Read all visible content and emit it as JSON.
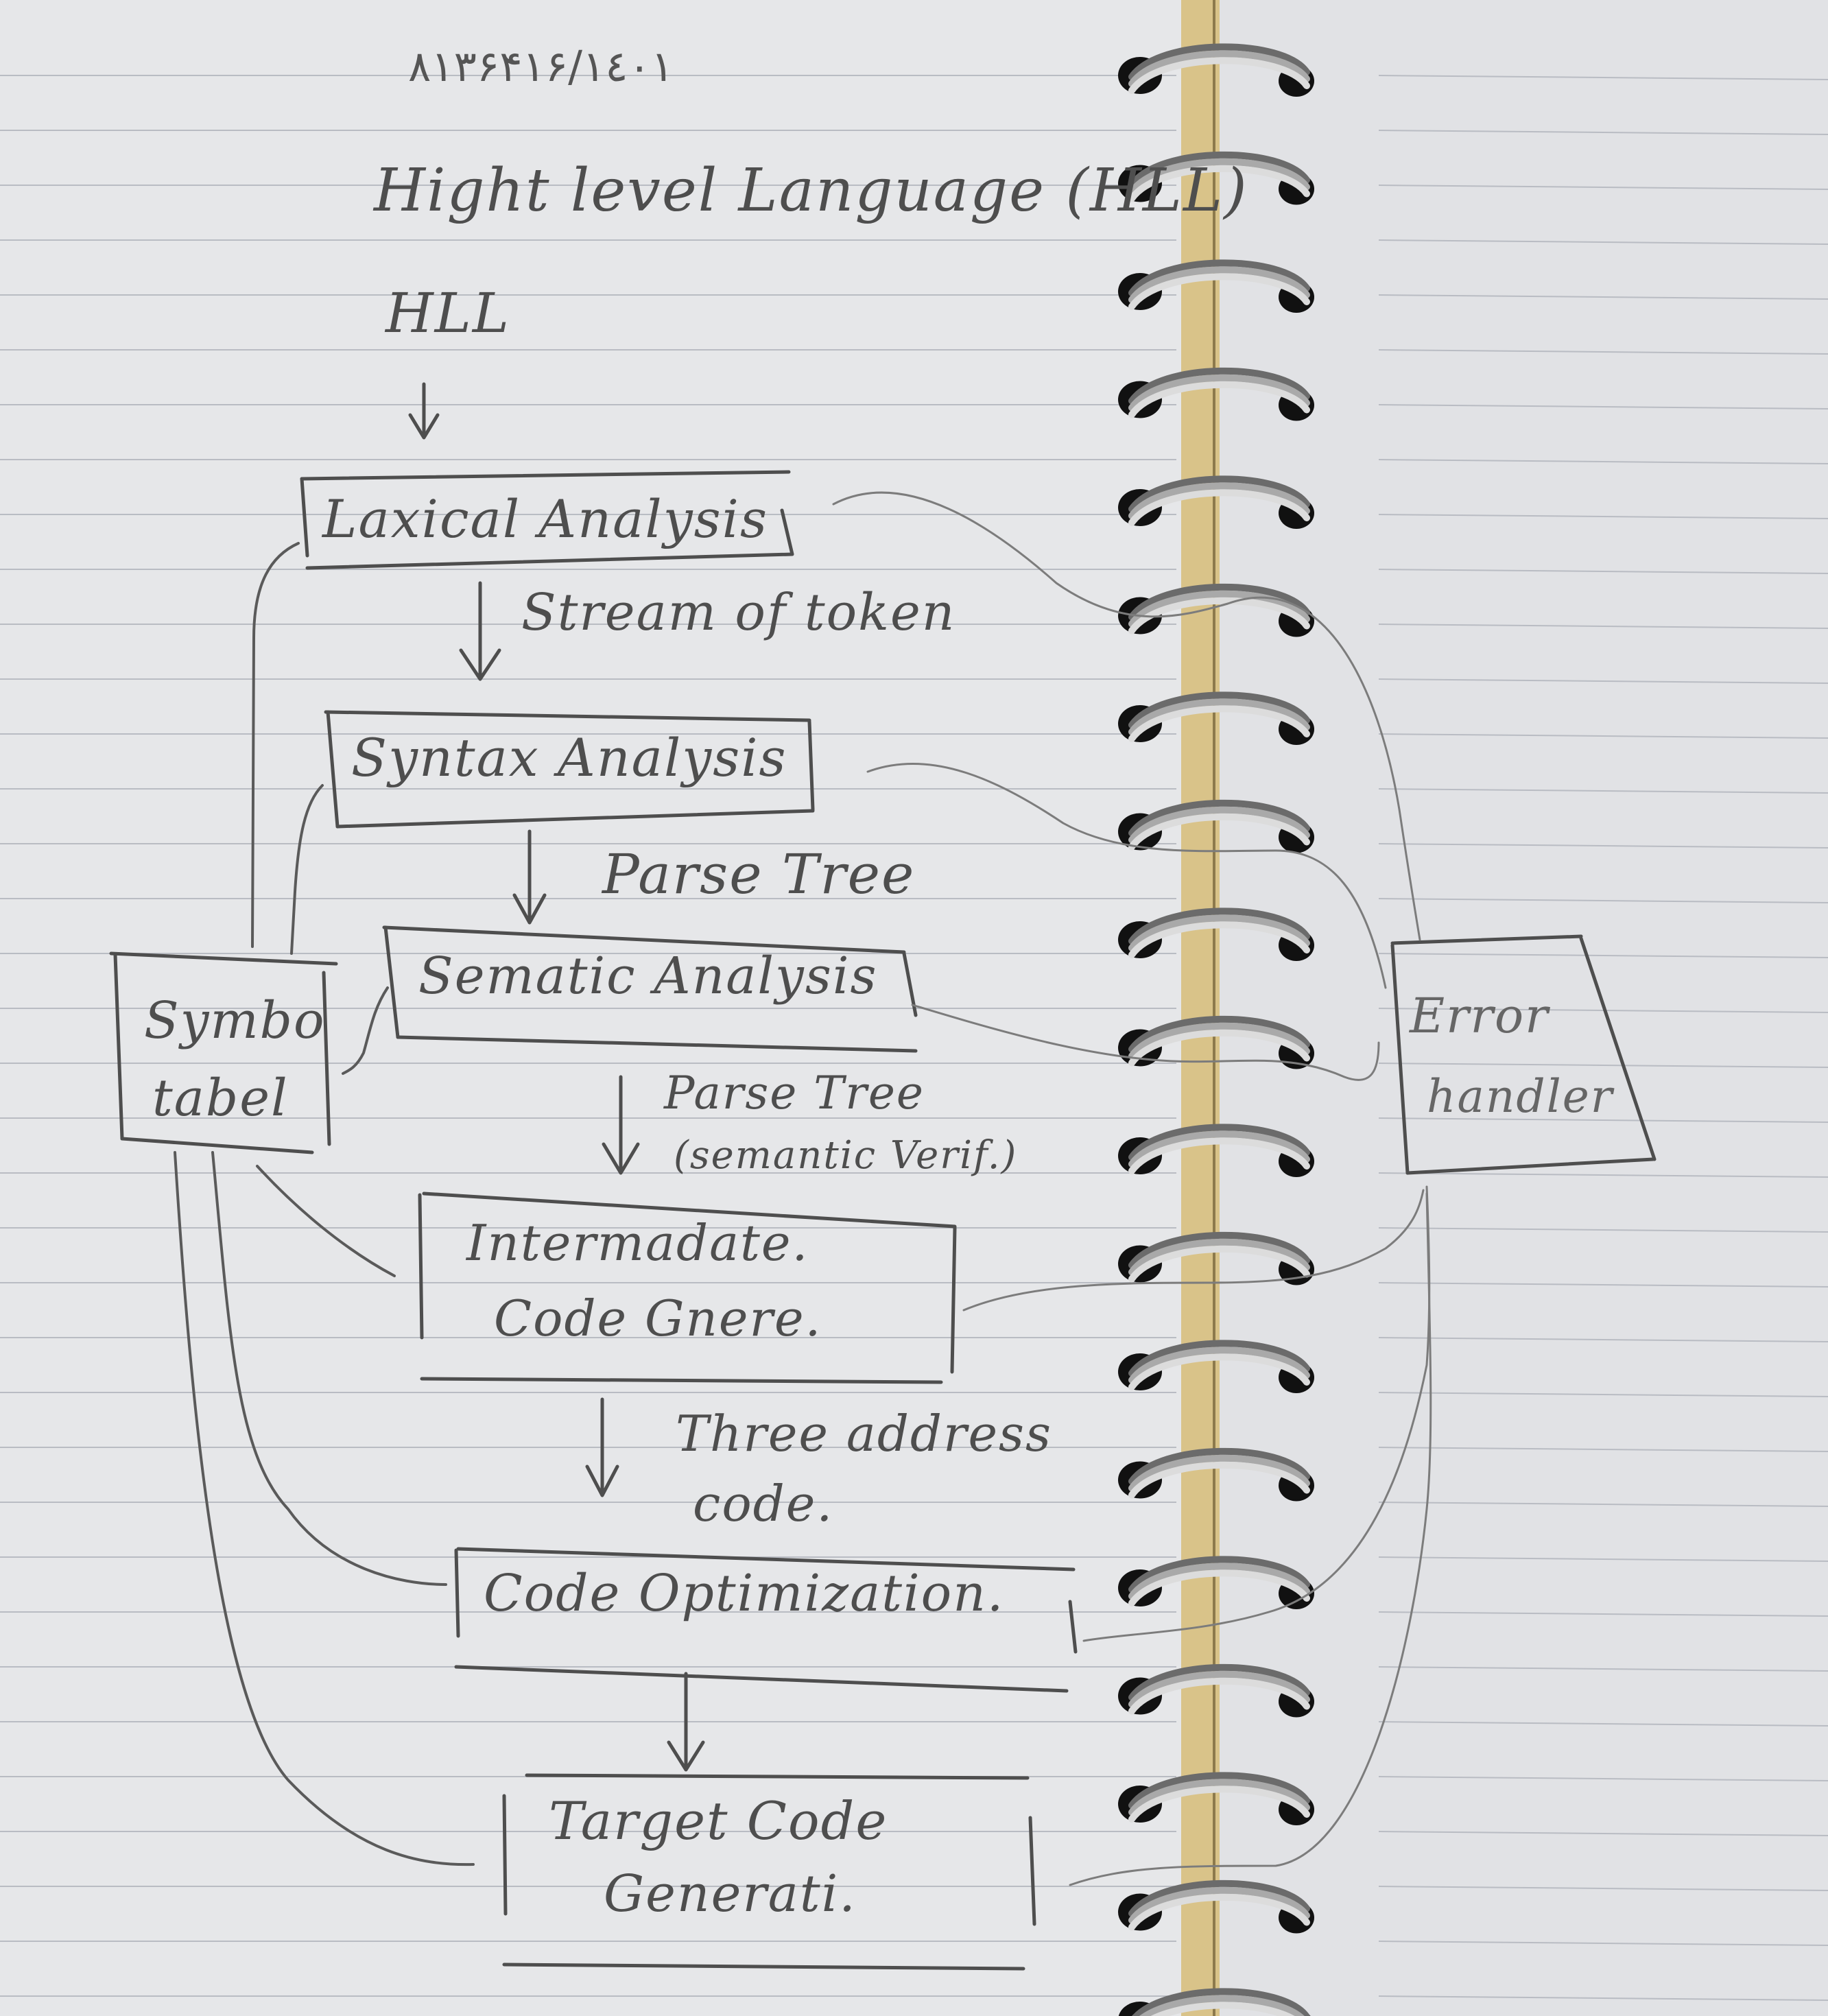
{
  "page": {
    "header_date": "۸۱۳۶۴۱۶/١٤٠١",
    "title": "Hight level Language (HLL)",
    "source_label": "HLL"
  },
  "stages": {
    "lexical": "Laxical Analysis",
    "syntax": "Syntax Analysis",
    "semantic": "Sematic Analysis",
    "intermediate_line1": "Intermadate.",
    "intermediate_line2": "Code Gnere.",
    "optimization": "Code Optimization.",
    "target_line1": "Target Code",
    "target_line2": "Generati."
  },
  "outputs": {
    "tokens": "Stream of token",
    "parse_tree": "Parse Tree",
    "semantic_tree_line1": "Parse Tree",
    "semantic_tree_line2": "(semantic Verif.)",
    "three_address_line1": "Three address",
    "three_address_line2": "code."
  },
  "side_boxes": {
    "symbol_table_line1": "Symbo",
    "symbol_table_line2": "tabel",
    "error_handler_line1": "Error",
    "error_handler_line2": "handler"
  },
  "colors": {
    "paper": "#e6e7e9",
    "rule_line": "#b9bcc3",
    "pencil": "#4e4e4e",
    "faint_pencil": "#8a8a8a",
    "spine": "#d9c389",
    "coil": "#a9a9a9"
  }
}
